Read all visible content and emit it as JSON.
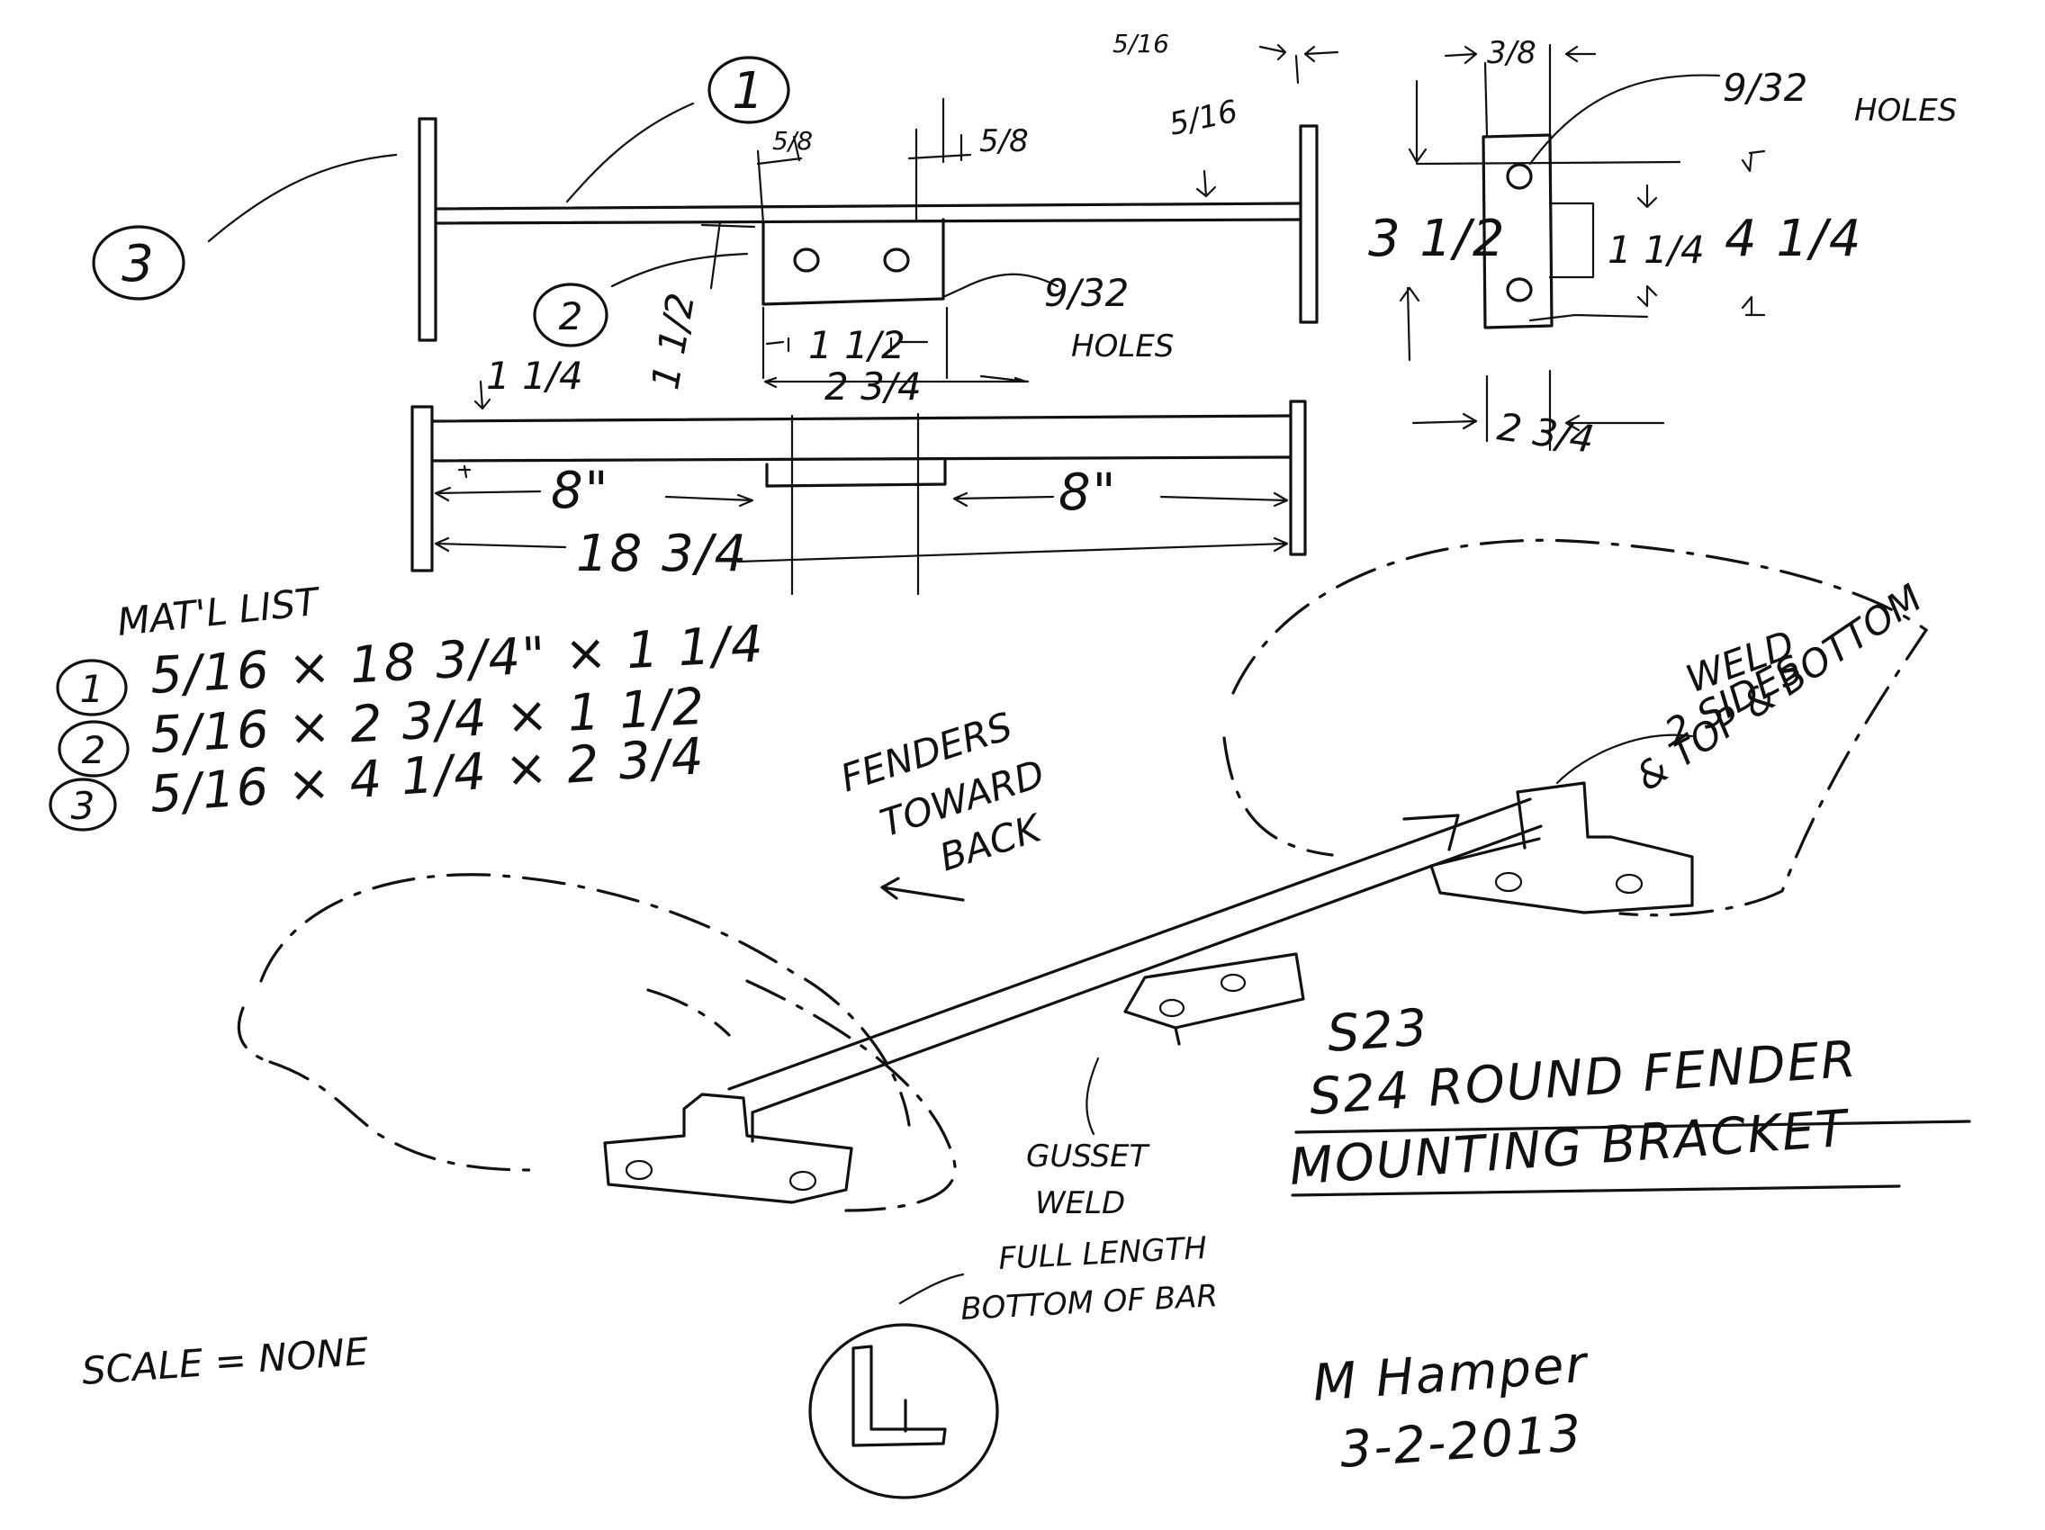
{
  "callouts": {
    "one": "1",
    "two": "2",
    "three": "3"
  },
  "dimensions": {
    "five_eighths_left": "5/8",
    "five_eighths_right": "5/8",
    "five_sixteenths_top": "5/16",
    "five_sixteenths_side": "5/16",
    "three_eighths": "3/8",
    "hole_size_top": "9/32",
    "hole_size_top_word": "HOLES",
    "hole_size_front": "9/32",
    "hole_size_front_word": "HOLES",
    "one_and_half_horizontal": "1 1/2",
    "one_and_half_vertical": "1 1/2",
    "two_and_three_quarters_front": "2 3/4",
    "one_and_quarter_top": "1 1/4",
    "eight_left": "8\"",
    "eight_right": "8\"",
    "eighteen_and_three_quarters": "18 3/4",
    "three_and_half": "3 1/2",
    "one_and_quarter_plate": "1 1/4",
    "four_and_quarter": "4 1/4",
    "two_and_three_quarters_plate": "2 3/4"
  },
  "material_list": {
    "heading": "MAT'L LIST",
    "items": [
      {
        "number": "1",
        "text": "5/16 × 18 3/4\" × 1 1/4"
      },
      {
        "number": "2",
        "text": "5/16 × 2 3/4 × 1 1/2"
      },
      {
        "number": "3",
        "text": "5/16 × 4 1/4 × 2 3/4"
      }
    ]
  },
  "notes": {
    "fenders_line1": "FENDERS",
    "fenders_line2": "TOWARD",
    "fenders_line3": "BACK",
    "weld_line1": "WELD",
    "weld_line2": "2 SIDES",
    "weld_line3": "& TOP & BOTTOM",
    "gusset_line1": "GUSSET",
    "gusset_line2": "WELD",
    "full_length_line1": "FULL LENGTH",
    "full_length_line2": "BOTTOM OF BAR",
    "scale": "SCALE = NONE"
  },
  "title_block": {
    "model_line1": "S23",
    "model_line2": "S24 ROUND FENDER",
    "title": "MOUNTING BRACKET",
    "signature": "M Hamper",
    "date": "3-2-2013"
  }
}
